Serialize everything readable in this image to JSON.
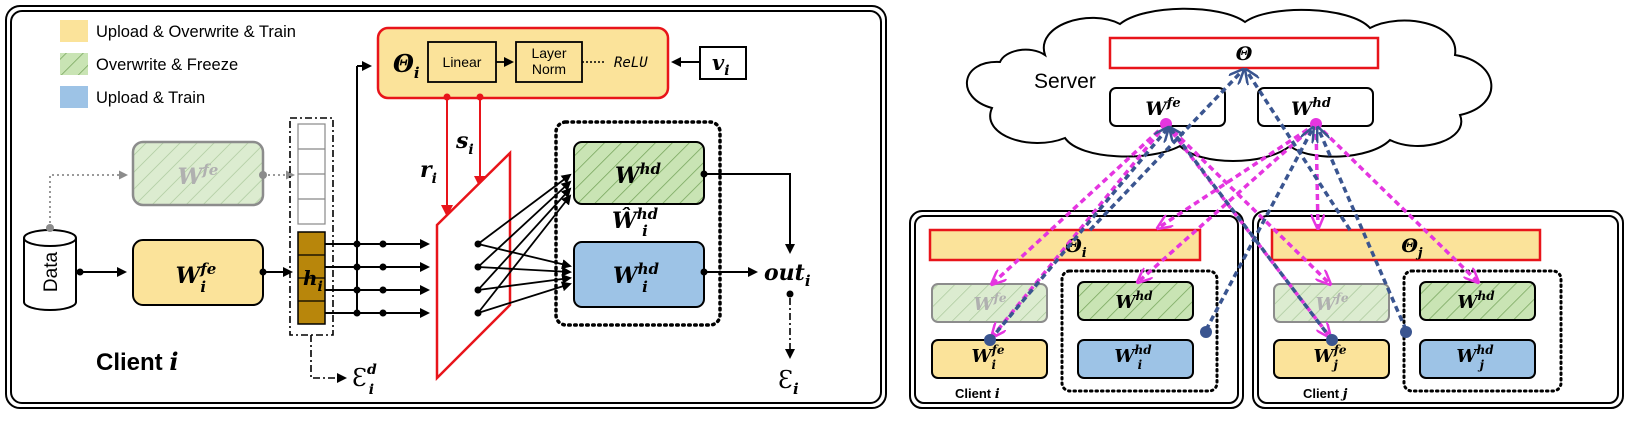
{
  "legend": {
    "yellow_label": "Upload & Overwrite & Train",
    "green_label": "Overwrite & Freeze",
    "blue_label": "Upload & Train"
  },
  "colors": {
    "yellow": "#fbe39a",
    "green": "#c9e4b4",
    "blue": "#9dc3e6",
    "red": "#e8141a",
    "magenta": "#e535e0",
    "navy": "#3a5590",
    "brown": "#b8860b"
  },
  "client_panel": {
    "title_prefix": "Client ",
    "title_var": "i",
    "data_label": "Data",
    "wfe_frozen": {
      "base": "W",
      "sup": "fe"
    },
    "wfe": {
      "base": "W",
      "sup": "fe",
      "sub": "i"
    },
    "h": {
      "base": "h",
      "sub": "i"
    },
    "theta": {
      "base": "Θ",
      "sub": "i"
    },
    "linear_label": "Linear",
    "layernorm_line1": "Layer",
    "layernorm_line2": "Norm",
    "relu_label": "ReLU",
    "v": {
      "base": "v",
      "sub": "i"
    },
    "r": {
      "base": "r",
      "sub": "i"
    },
    "s": {
      "base": "s",
      "sub": "i"
    },
    "whd_green": {
      "base": "W",
      "sup": "hd"
    },
    "whd_hat": {
      "base": "Ŵ",
      "sup": "hd",
      "sub": "i"
    },
    "whd_blue": {
      "base": "W",
      "sup": "hd",
      "sub": "i"
    },
    "out": {
      "base": "out",
      "sub": "i"
    },
    "eps_d": {
      "base": "Ɛ",
      "sup": "d",
      "sub": "i"
    },
    "eps": {
      "base": "Ɛ",
      "sub": "i"
    }
  },
  "server_panel": {
    "server_label": "Server",
    "theta": "Θ",
    "wfe": {
      "base": "W",
      "sup": "fe"
    },
    "whd": {
      "base": "W",
      "sup": "hd"
    },
    "client_a": {
      "label_prefix": "Client ",
      "label_var": "i",
      "theta": {
        "base": "Θ",
        "sub": "i"
      },
      "wfe_frozen": {
        "base": "W",
        "sup": "fe"
      },
      "wfe": {
        "base": "W",
        "sup": "fe",
        "sub": "i"
      },
      "whd_green": {
        "base": "W",
        "sup": "hd"
      },
      "whd_blue": {
        "base": "W",
        "sup": "hd",
        "sub": "i"
      }
    },
    "client_b": {
      "label_prefix": "Client ",
      "label_var": "j",
      "theta": {
        "base": "Θ",
        "sub": "j"
      },
      "wfe_frozen": {
        "base": "W",
        "sup": "fe"
      },
      "wfe": {
        "base": "W",
        "sup": "fe",
        "sub": "j"
      },
      "whd_green": {
        "base": "W",
        "sup": "hd"
      },
      "whd_blue": {
        "base": "W",
        "sup": "hd",
        "sub": "j"
      }
    }
  }
}
